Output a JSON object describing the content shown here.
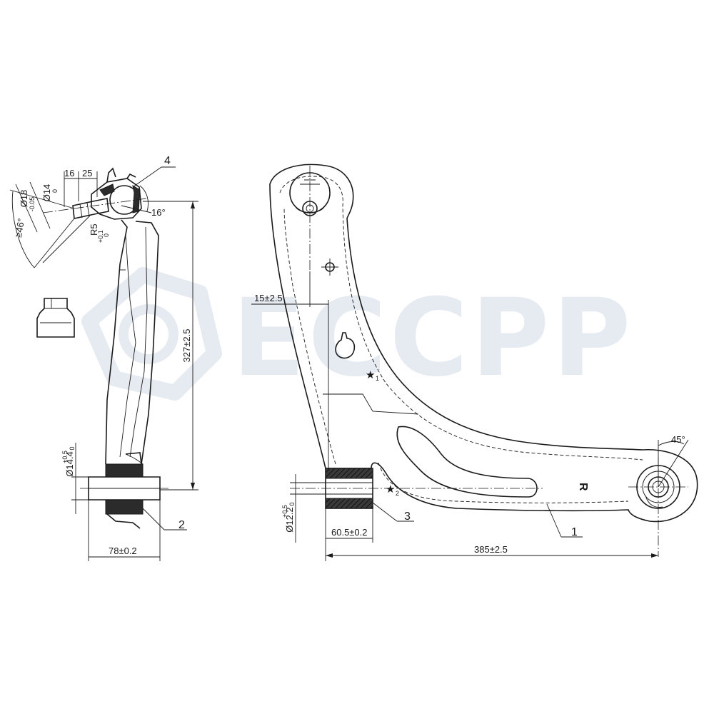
{
  "watermark": {
    "brand": "ECCPP",
    "color": "#e6ebf1"
  },
  "callouts": {
    "one": "1",
    "two": "2",
    "three": "3",
    "four": "4"
  },
  "dimensions": {
    "d16": "16",
    "d25": "25",
    "d14": "Ø14",
    "d14_tol": "0",
    "d18": "Ø18",
    "d18_tol": "-0.05",
    "ang46": "≥46°",
    "r5": "R5",
    "r5_tol_top": "+0.1",
    "r5_tol_bottom": "0",
    "ang16": "16°",
    "h327": "327±2.5",
    "d144": "Ø14.4",
    "d144_tol_top": "+0.5",
    "d144_tol_bottom": "0",
    "w78": "78±0.2",
    "o15": "15±2.5",
    "d122": "Ø12.2",
    "d122_tol_top": "+0.5",
    "d122_tol_bottom": "0",
    "w605": "60.5±0.2",
    "l385": "385±2.5",
    "ang45": "45°"
  },
  "markers": {
    "star": "★",
    "star1_sub": "1",
    "star2_sub": "2",
    "side_mark": "R"
  }
}
